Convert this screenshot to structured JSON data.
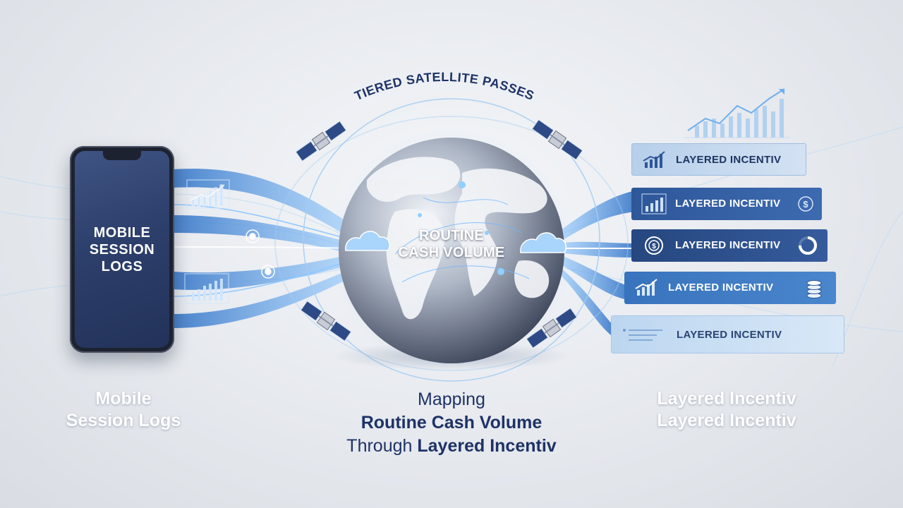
{
  "arc_title": "TIERED SATELLITE PASSES",
  "phone": {
    "label_lines": [
      "MOBILE",
      "SESSION",
      "LOGS"
    ]
  },
  "globe": {
    "label_lines": [
      "ROUTINE",
      "CASH VOLUME"
    ]
  },
  "incentive_bars": [
    {
      "label": "LAYERED INCENTIV",
      "icon": "trend-chart-icon"
    },
    {
      "label": "LAYERED INCENTIV",
      "icon": "bar-chart-icon",
      "right_icon": "dollar-coin-icon"
    },
    {
      "label": "LAYERED INCENTIV",
      "icon": "dollar-circle-icon",
      "right_icon": "progress-ring-icon"
    },
    {
      "label": "LAYERED INCENTIV",
      "icon": "trend-chart-icon",
      "right_icon": "coin-stack-icon"
    },
    {
      "label": "LAYERED INCENTIV",
      "icon": "list-icon"
    }
  ],
  "captions": {
    "left": [
      "Mobile",
      "Session Logs"
    ],
    "middle": {
      "line1": "Mapping",
      "line2": "Routine Cash Volume",
      "line3_thin": "Through",
      "line3_bold": "Layered Incentiv"
    },
    "right": [
      "Layered Incentiv",
      "Layered Incentiv"
    ]
  },
  "colors": {
    "navy": "#1e3266",
    "accent_blue": "#3d7fd6",
    "glow": "#6fb6ff"
  }
}
